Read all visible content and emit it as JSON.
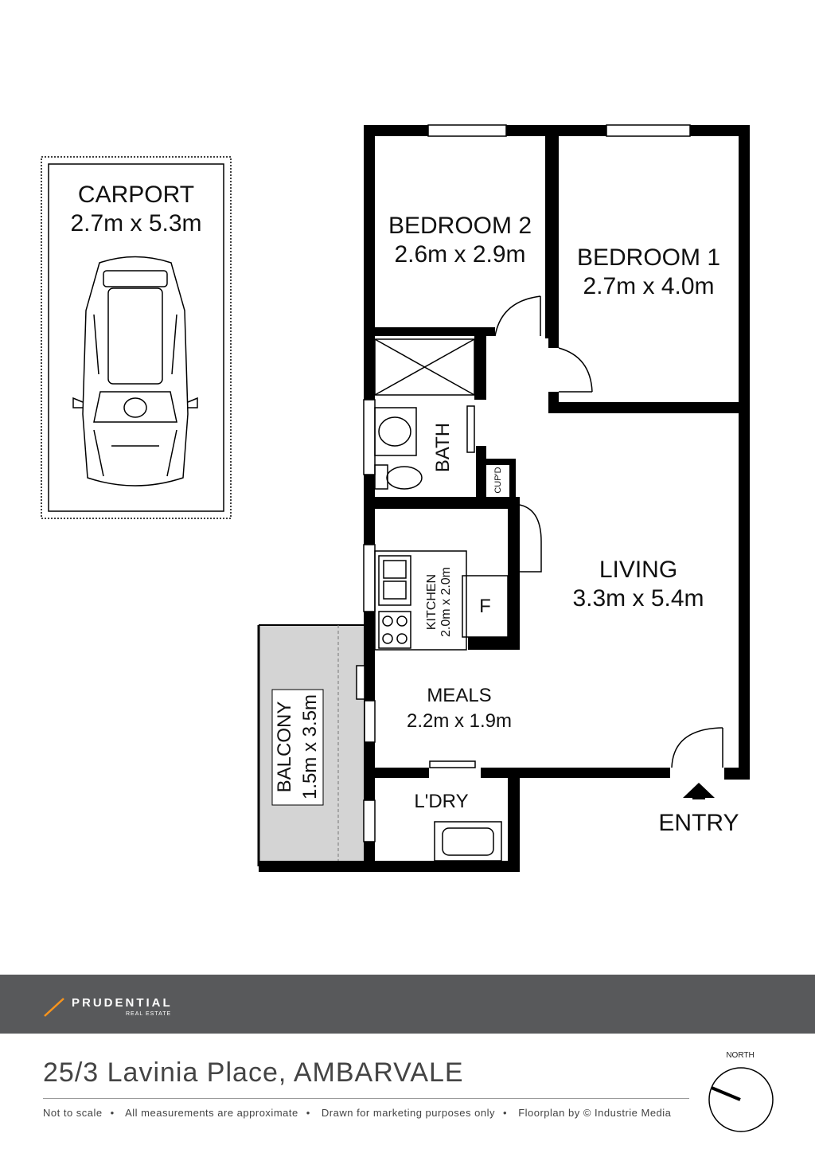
{
  "rooms": {
    "carport": {
      "name": "CARPORT",
      "size": "2.7m x 5.3m"
    },
    "bedroom2": {
      "name": "BEDROOM 2",
      "size": "2.6m x 2.9m"
    },
    "bedroom1": {
      "name": "BEDROOM 1",
      "size": "2.7m x 4.0m"
    },
    "bath": {
      "name": "BATH"
    },
    "cupd": {
      "name": "CUP'D"
    },
    "kitchen": {
      "name": "KITCHEN",
      "size": "2.0m x 2.0m"
    },
    "fridge": {
      "name": "F"
    },
    "living": {
      "name": "LIVING",
      "size": "3.3m x 5.4m"
    },
    "meals": {
      "name": "MEALS",
      "size": "2.2m x 1.9m"
    },
    "balcony": {
      "name": "BALCONY",
      "size": "1.5m x 3.5m"
    },
    "laundry": {
      "name": "L'DRY"
    },
    "entry": {
      "name": "ENTRY"
    }
  },
  "footer": {
    "brand": "PRUDENTIAL",
    "brand_sub": "REAL ESTATE",
    "address": "25/3 Lavinia Place, AMBARVALE",
    "notes": [
      "Not to scale",
      "All measurements are approximate",
      "Drawn for marketing purposes only",
      "Floorplan by © Industrie Media"
    ],
    "north_label": "NORTH"
  },
  "colors": {
    "wall": "#000000",
    "band": "#58595b",
    "accent": "#f7941d",
    "balcony_fill": "#d4d4d4"
  }
}
